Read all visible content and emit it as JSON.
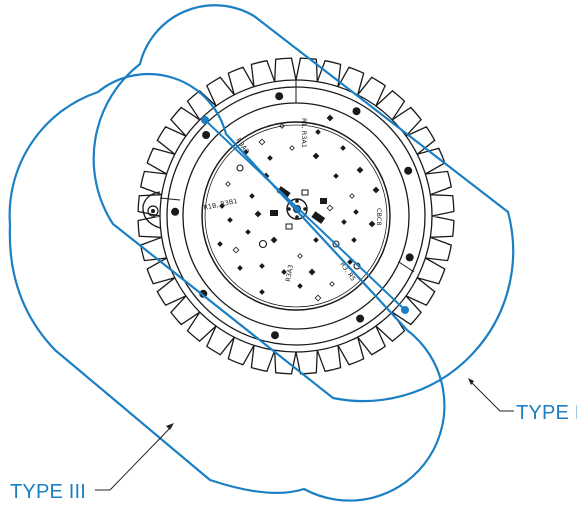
{
  "callouts": {
    "type1": "TYPE I",
    "type3": "TYPE III"
  },
  "pcb_labels": {
    "top": "R1, R3A1",
    "upper_left": "R3A2",
    "left": "R1B, R3B1",
    "right": "CBC8",
    "lower_right": "R3, R5",
    "bottom": "R3A3"
  },
  "colors": {
    "pattern_outline": "#1b7fc4",
    "drawing_lines": "#1a1a1a",
    "callout_text": "#1b7fc4"
  }
}
